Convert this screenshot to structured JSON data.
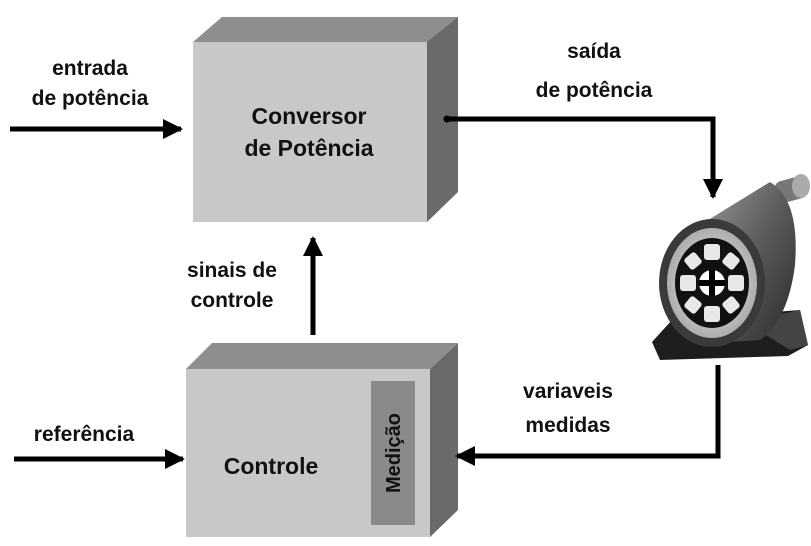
{
  "blocks": {
    "conversor": {
      "line1": "Conversor",
      "line2": "de Potência"
    },
    "controle": {
      "label": "Controle",
      "medicao": "Medição"
    }
  },
  "labels": {
    "entrada_line1": "entrada",
    "entrada_line2": "de potência",
    "saida_line1": "saída",
    "saida_line2": "de potência",
    "sinais_line1": "sinais de",
    "sinais_line2": "controle",
    "referencia": "referência",
    "variaveis_line1": "variaveis",
    "variaveis_line2": "medidas"
  },
  "colors": {
    "box_front": "#c8c8c8",
    "box_top": "#8e8e8e",
    "box_side": "#6a6a6a",
    "medicao_bar": "#8a8a8a",
    "arrow": "#000000"
  },
  "icons": {
    "motor": "electric-motor-icon"
  }
}
